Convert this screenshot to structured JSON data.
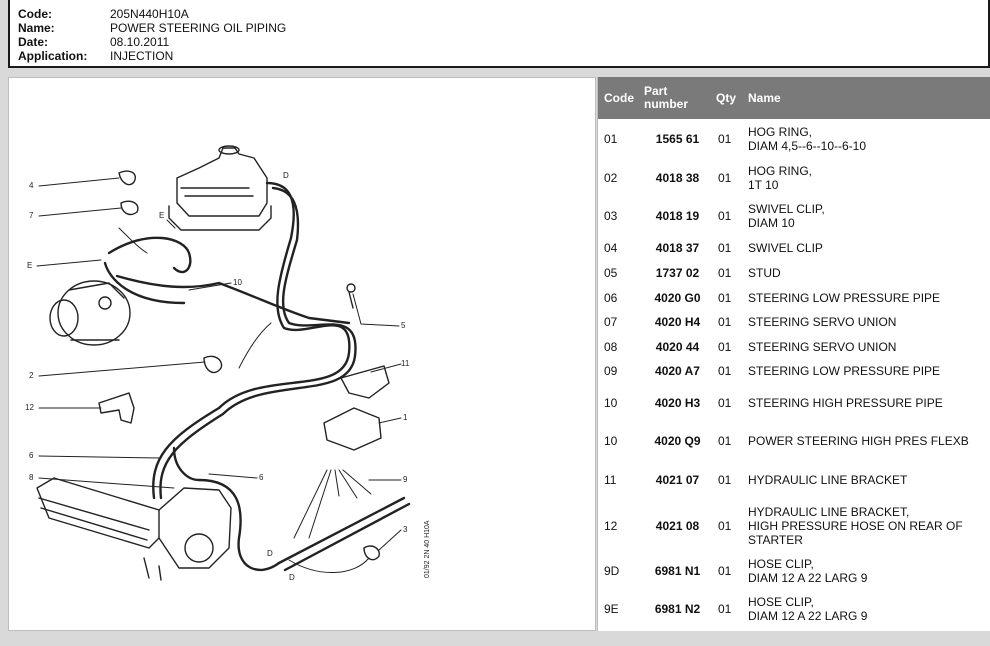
{
  "header": {
    "code_label": "Code:",
    "code_value": "205N440H10A",
    "name_label": "Name:",
    "name_value": "POWER STEERING OIL PIPING",
    "date_label": "Date:",
    "date_value": "08.10.2011",
    "application_label": "Application:",
    "application_value": "INJECTION"
  },
  "diagram": {
    "callouts": [
      "4",
      "7",
      "E",
      "10",
      "D",
      "E",
      "5",
      "2",
      "11",
      "12",
      "1",
      "6",
      "8",
      "6",
      "9",
      "3",
      "D",
      "D"
    ],
    "reference": "01/92 2N 40 H10A"
  },
  "table": {
    "headers": {
      "code": "Code",
      "part": "Part\nnumber",
      "qty": "Qty",
      "name": "Name"
    },
    "rows": [
      {
        "code": "01",
        "part": "1565 61",
        "qty": "01",
        "name": "HOG RING,\nDIAM 4,5--6--10--6-10"
      },
      {
        "code": "02",
        "part": "4018 38",
        "qty": "01",
        "name": "HOG RING,\n1T 10"
      },
      {
        "code": "03",
        "part": "4018 19",
        "qty": "01",
        "name": "SWIVEL CLIP,\nDIAM 10"
      },
      {
        "code": "04",
        "part": "4018 37",
        "qty": "01",
        "name": "SWIVEL CLIP"
      },
      {
        "code": "05",
        "part": "1737 02",
        "qty": "01",
        "name": "STUD"
      },
      {
        "code": "06",
        "part": "4020 G0",
        "qty": "01",
        "name": "STEERING LOW PRESSURE PIPE"
      },
      {
        "code": "07",
        "part": "4020 H4",
        "qty": "01",
        "name": "STEERING SERVO UNION"
      },
      {
        "code": "08",
        "part": "4020 44",
        "qty": "01",
        "name": "STEERING SERVO UNION"
      },
      {
        "code": "09",
        "part": "4020 A7",
        "qty": "01",
        "name": "STEERING LOW PRESSURE PIPE"
      },
      {
        "code": "10",
        "part": "4020 H3",
        "qty": "01",
        "name": "STEERING HIGH PRESSURE PIPE"
      },
      {
        "code": "10",
        "part": "4020 Q9",
        "qty": "01",
        "name": "POWER STEERING HIGH PRES FLEXB"
      },
      {
        "code": "11",
        "part": "4021 07",
        "qty": "01",
        "name": "HYDRAULIC LINE BRACKET"
      },
      {
        "code": "12",
        "part": "4021 08",
        "qty": "01",
        "name": "HYDRAULIC LINE BRACKET,\nHIGH PRESSURE HOSE ON REAR OF\nSTARTER"
      },
      {
        "code": "9D",
        "part": "6981 N1",
        "qty": "01",
        "name": "HOSE CLIP,\nDIAM 12 A 22 LARG 9"
      },
      {
        "code": "9E",
        "part": "6981 N2",
        "qty": "01",
        "name": "HOSE CLIP,\nDIAM 12 A 22 LARG 9"
      }
    ]
  }
}
